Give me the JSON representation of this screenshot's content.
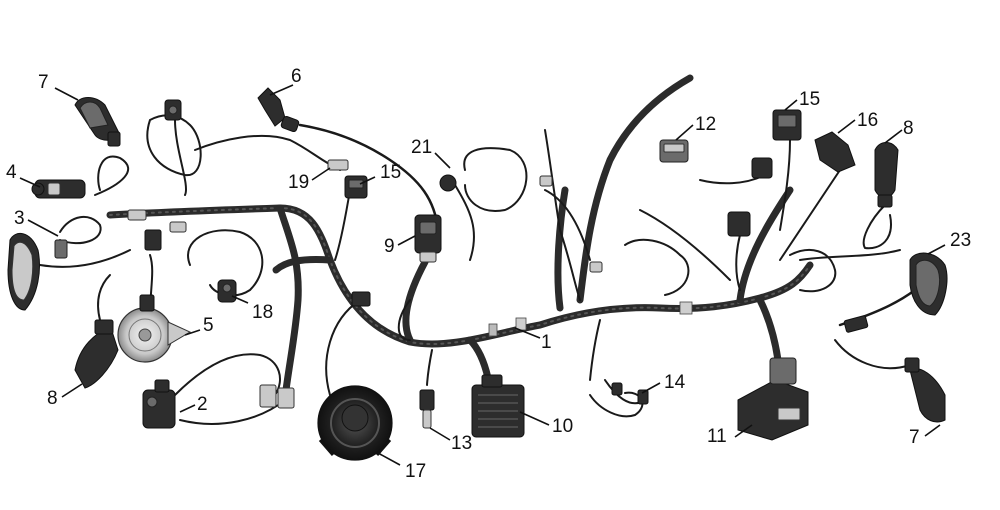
{
  "callouts": [
    {
      "id": "c1",
      "label": "1"
    },
    {
      "id": "c2",
      "label": "2"
    },
    {
      "id": "c3",
      "label": "3"
    },
    {
      "id": "c4",
      "label": "4"
    },
    {
      "id": "c5",
      "label": "5"
    },
    {
      "id": "c6",
      "label": "6"
    },
    {
      "id": "c7a",
      "label": "7"
    },
    {
      "id": "c7b",
      "label": "7"
    },
    {
      "id": "c8a",
      "label": "8"
    },
    {
      "id": "c8b",
      "label": "8"
    },
    {
      "id": "c9",
      "label": "9"
    },
    {
      "id": "c10",
      "label": "10"
    },
    {
      "id": "c11",
      "label": "11"
    },
    {
      "id": "c12",
      "label": "12"
    },
    {
      "id": "c13",
      "label": "13"
    },
    {
      "id": "c14",
      "label": "14"
    },
    {
      "id": "c15a",
      "label": "15"
    },
    {
      "id": "c15b",
      "label": "15"
    },
    {
      "id": "c16",
      "label": "16"
    },
    {
      "id": "c17",
      "label": "17"
    },
    {
      "id": "c18",
      "label": "18"
    },
    {
      "id": "c19",
      "label": "19"
    },
    {
      "id": "c21",
      "label": "21"
    },
    {
      "id": "c23",
      "label": "23"
    }
  ]
}
